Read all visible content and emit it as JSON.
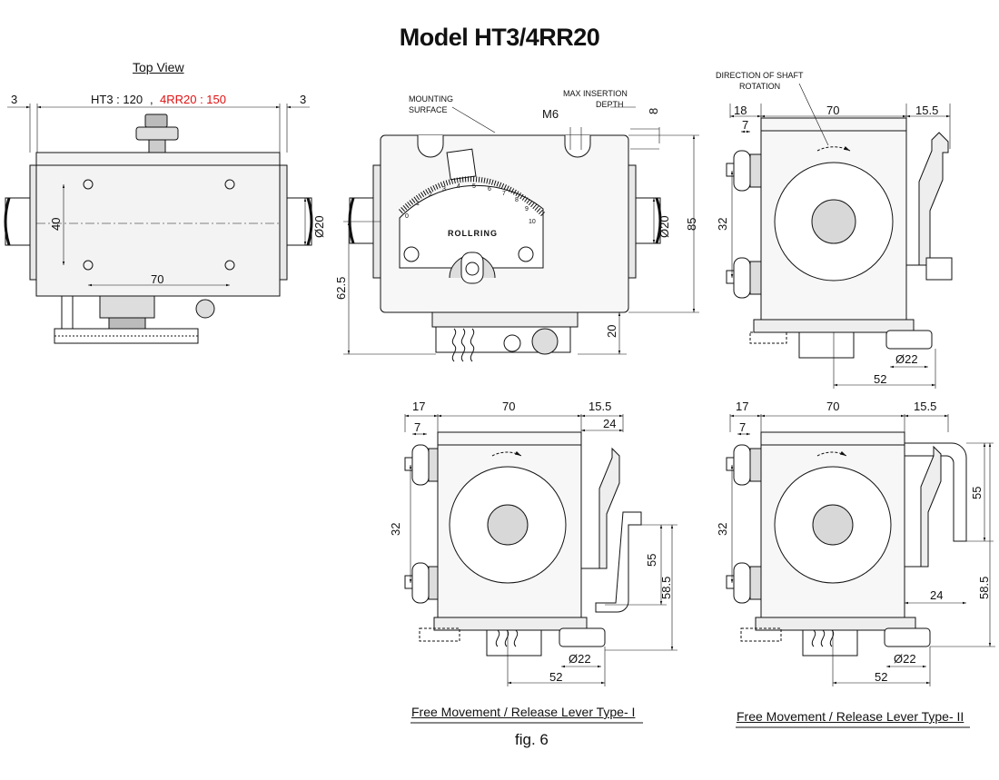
{
  "title": "Model HT3/4RR20",
  "figure_label": "fig. 6",
  "top_view": {
    "title": "Top View",
    "dims": {
      "side_left": "3",
      "side_right": "3",
      "length_ht3": "HT3 : 120",
      "separator": ",",
      "length_4rr20": "4RR20 : 150",
      "hole_spacing_v": "40",
      "hole_spacing_h": "70"
    }
  },
  "front_view": {
    "mounting_surface": [
      "MOUNTING",
      "SURFACE"
    ],
    "max_insertion": [
      "MAX INSERTION",
      "DEPTH"
    ],
    "thread": "M6",
    "depth": "8",
    "shaft_dia": "Ø20",
    "height": "85",
    "shaft_height": "62.5",
    "base": "20",
    "scale_numbers": [
      "0",
      "1",
      "2",
      "3",
      "4",
      "5",
      "6",
      "7",
      "8",
      "9",
      "10"
    ],
    "brand": "ROLLRING"
  },
  "side_view": {
    "rotation_note": [
      "DIRECTION OF SHAFT",
      "ROTATION"
    ],
    "dims": {
      "left": "18",
      "inner": "7",
      "width": "70",
      "right": "15.5",
      "bolt_spacing": "32",
      "foot_dia": "Ø22",
      "foot_offset": "52"
    }
  },
  "type1": {
    "caption": "Free Movement / Release Lever Type- I",
    "dims": {
      "left": "17",
      "inner": "7",
      "width": "70",
      "right": "15.5",
      "lever_width": "24",
      "bolt_spacing": "32",
      "lever_h1": "55",
      "lever_h2": "58.5",
      "foot_dia": "Ø22",
      "foot_offset": "52"
    }
  },
  "type2": {
    "caption": "Free Movement / Release Lever Type- II",
    "dims": {
      "left": "17",
      "inner": "7",
      "width": "70",
      "right": "15.5",
      "lever_width": "24",
      "bolt_spacing": "32",
      "lever_h1": "55",
      "lever_h2": "58.5",
      "foot_dia": "Ø22",
      "foot_offset": "52"
    }
  }
}
